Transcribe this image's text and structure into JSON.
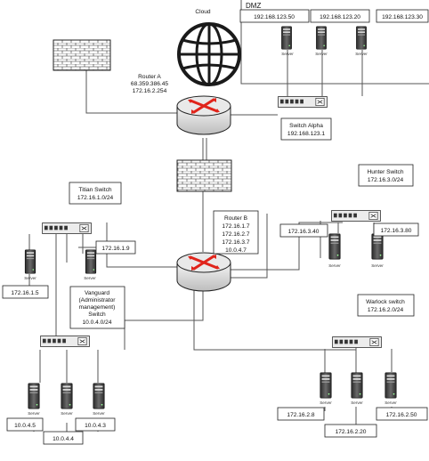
{
  "cloud_label": "Cloud",
  "dmz": {
    "title": "DMZ",
    "ips": [
      "192.168.123.50",
      "192.168.123.20",
      "192.168.123.30"
    ],
    "server_labels": [
      "Server",
      "Server",
      "Server"
    ]
  },
  "router_a": {
    "lines": [
      "Router A",
      "68.359.386.45",
      "172.16.2.254"
    ]
  },
  "switch_alpha": {
    "lines": [
      "Switch Alpha",
      "192.168.123.1"
    ]
  },
  "router_b": {
    "lines": [
      "Router B",
      "172.16.1.7",
      "172.16.2.7",
      "172.16.3.7",
      "10.0.4.7"
    ]
  },
  "titian": {
    "lines": [
      "Titian Switch",
      "172.16.1.0/24"
    ],
    "ips": [
      "172.16.1.5",
      "172.16.1.9"
    ],
    "server_labels": [
      "Server",
      "Server"
    ]
  },
  "hunter": {
    "lines": [
      "Hunter Switch",
      "172.16.3.0/24"
    ],
    "ips": [
      "172.16.3.40",
      "172.16.3.80"
    ],
    "server_labels": [
      "Server",
      "Server"
    ]
  },
  "vanguard": {
    "lines": [
      "Vanguard",
      "(Administrator",
      "management)",
      "Switch",
      "10.0.4.0/24"
    ],
    "ips": [
      "10.0.4.5",
      "10.0.4.4",
      "10.0.4.3"
    ],
    "server_labels": [
      "Server",
      "Server",
      "Server"
    ]
  },
  "warlock": {
    "lines": [
      "Warlock switch",
      "172.16.2.0/24"
    ],
    "ips": [
      "172.16.2.8",
      "172.16.2.20",
      "172.16.2.50"
    ],
    "server_labels": [
      "Server",
      "Server",
      "Server"
    ]
  }
}
